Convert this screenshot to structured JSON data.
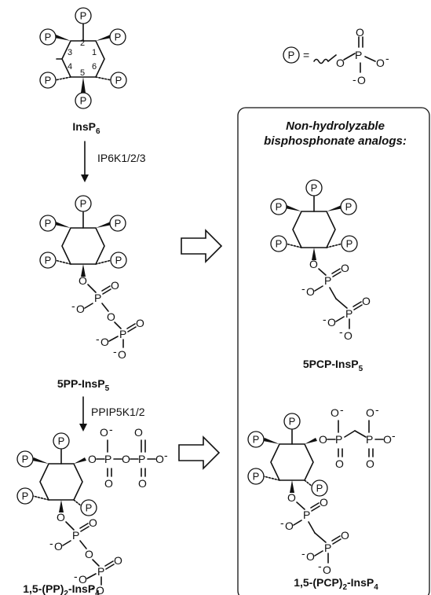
{
  "legend": {
    "symbol": "P",
    "equals": "="
  },
  "compounds": [
    {
      "name": "InsP",
      "subscript": "6"
    },
    {
      "name": "5PP-InsP",
      "subscript": "5"
    },
    {
      "name": "1,5-(PP)",
      "subscript": "2",
      "suffix": "-InsP",
      "subscript2": "4"
    },
    {
      "name": "5PCP-InsP",
      "subscript": "5"
    },
    {
      "name": "1,5-(PCP)",
      "subscript": "2",
      "suffix": "-InsP",
      "subscript2": "4"
    }
  ],
  "enzymes": [
    "IP6K1/2/3",
    "PPIP5K1/2"
  ],
  "analog_box": {
    "title_line1": "Non-hydrolyzable",
    "title_line2": "bisphosphonate analogs:"
  },
  "ring_locants": [
    "1",
    "2",
    "3",
    "4",
    "5",
    "6"
  ],
  "atoms": {
    "P": "P",
    "O": "O",
    "O_minus": "O",
    "charge": "-"
  }
}
